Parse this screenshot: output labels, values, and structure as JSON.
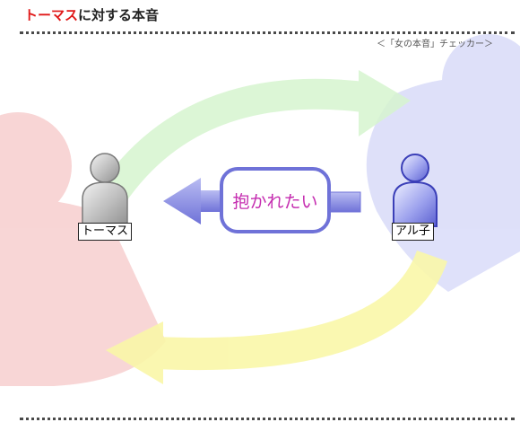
{
  "title": {
    "highlight": "トーマス",
    "rest": "に対する本音"
  },
  "subtitle": "＜「女の本音」チェッカー＞",
  "characters": {
    "left": {
      "name": "トーマス",
      "icon": "person-gray-icon"
    },
    "right": {
      "name": "アル子",
      "icon": "person-blue-icon"
    }
  },
  "message": "抱かれたい",
  "colors": {
    "title_highlight": "#e01818",
    "bubble_border": "#6f72d8",
    "message_text": "#c52db0",
    "bg_red": "#f5c4c4",
    "bg_blue": "#d8dcf8",
    "arrow_green": "#d8f5d0",
    "arrow_yellow": "#fbf8b0"
  }
}
